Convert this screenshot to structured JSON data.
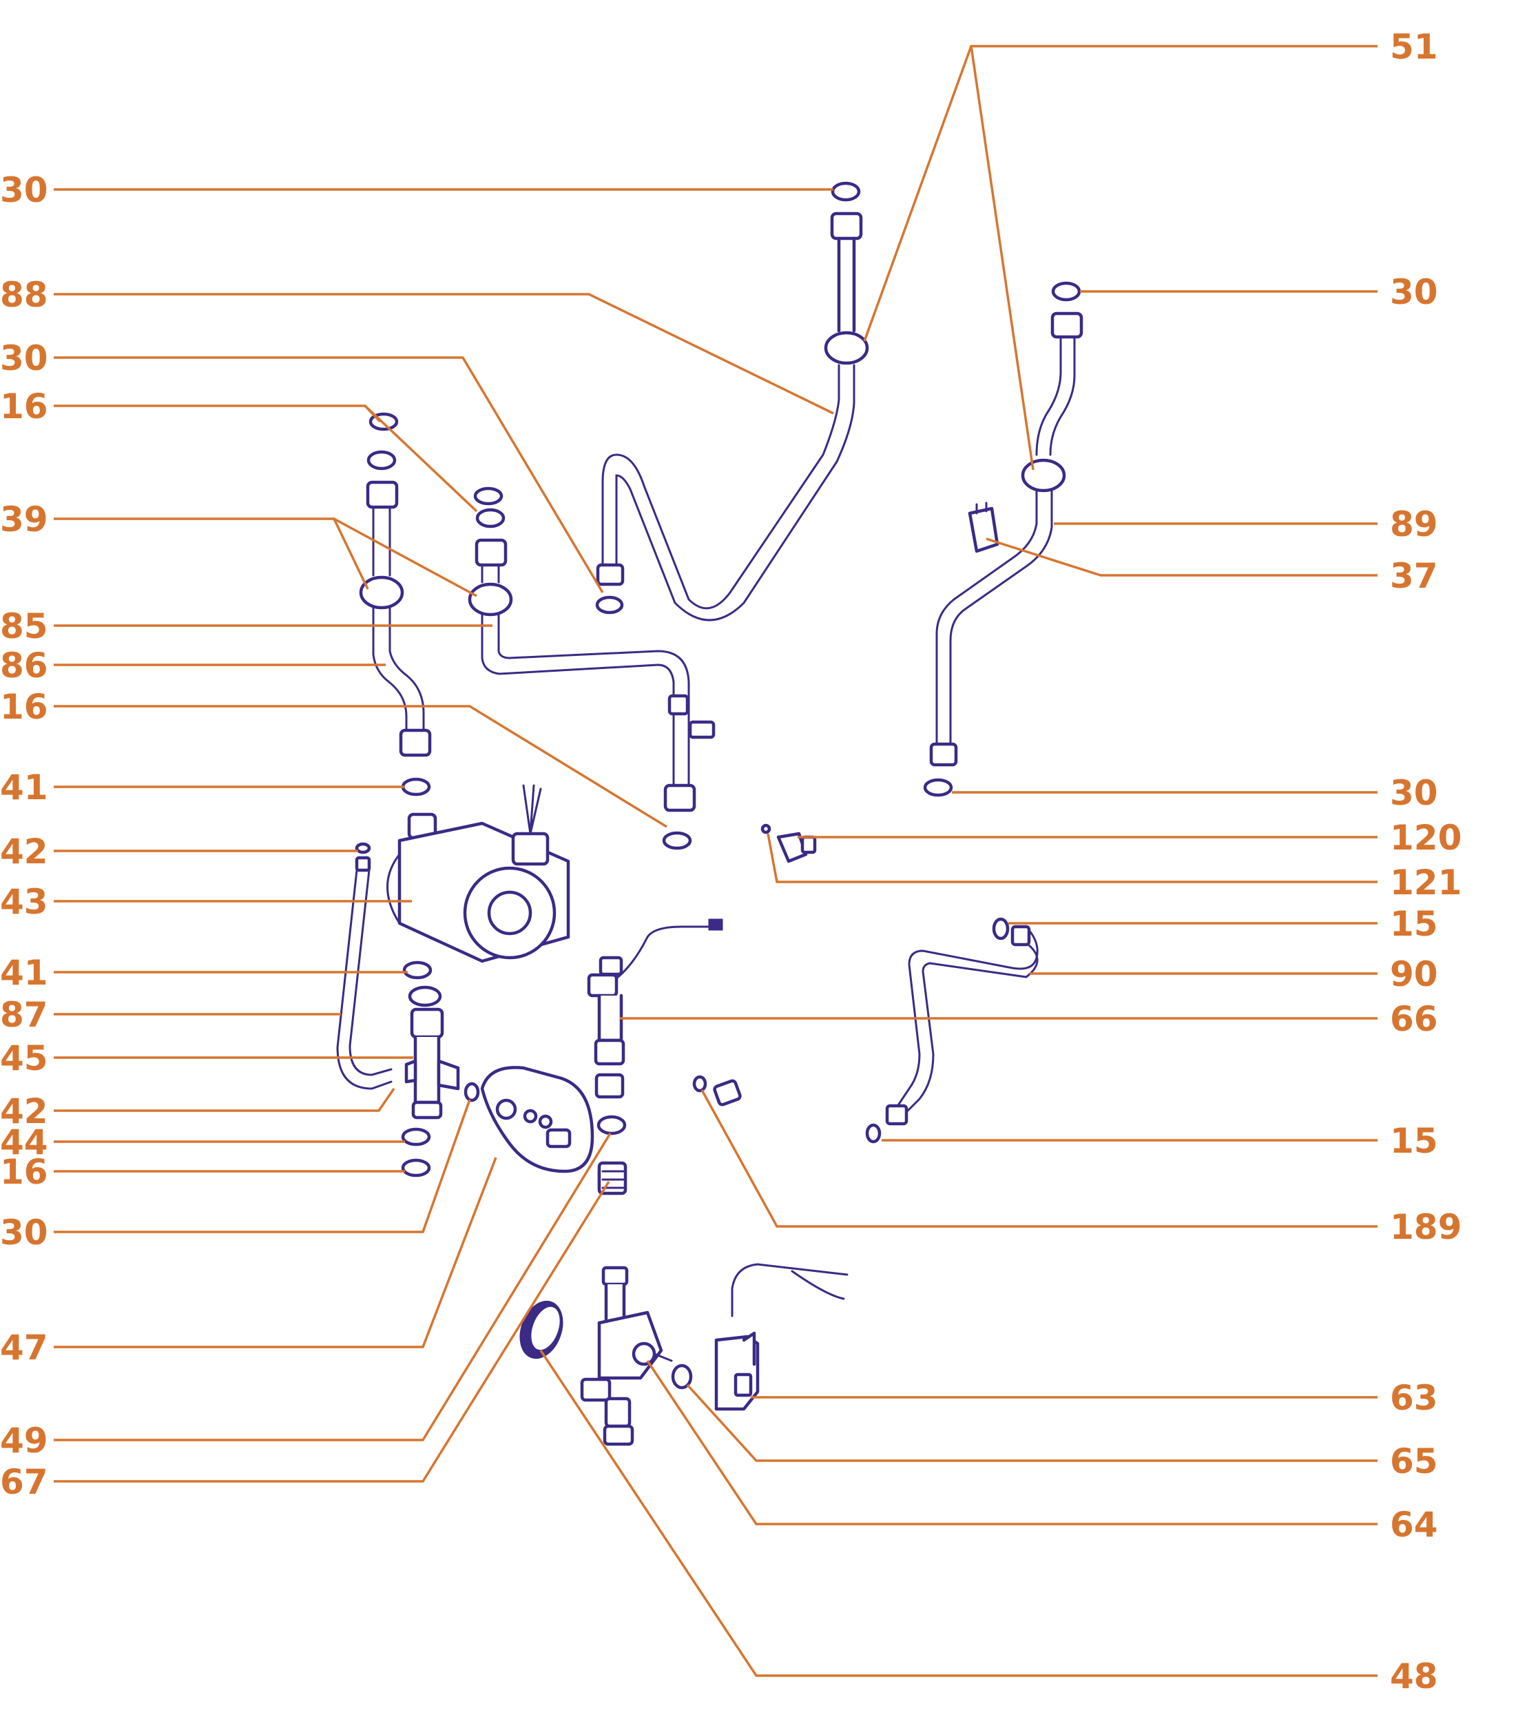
{
  "diagram": {
    "colors": {
      "callout": "#d7752f",
      "parts": "#3b2a86",
      "background": "#ffffff"
    },
    "left_labels": [
      "30",
      "88",
      "30",
      "16",
      "39",
      "85",
      "86",
      "16",
      "41",
      "42",
      "43",
      "41",
      "87",
      "45",
      "42",
      "44",
      "16",
      "30",
      "47",
      "49",
      "67"
    ],
    "right_labels": [
      "51",
      "30",
      "89",
      "37",
      "30",
      "120",
      "121",
      "15",
      "90",
      "66",
      "15",
      "189",
      "63",
      "65",
      "64",
      "48"
    ]
  }
}
